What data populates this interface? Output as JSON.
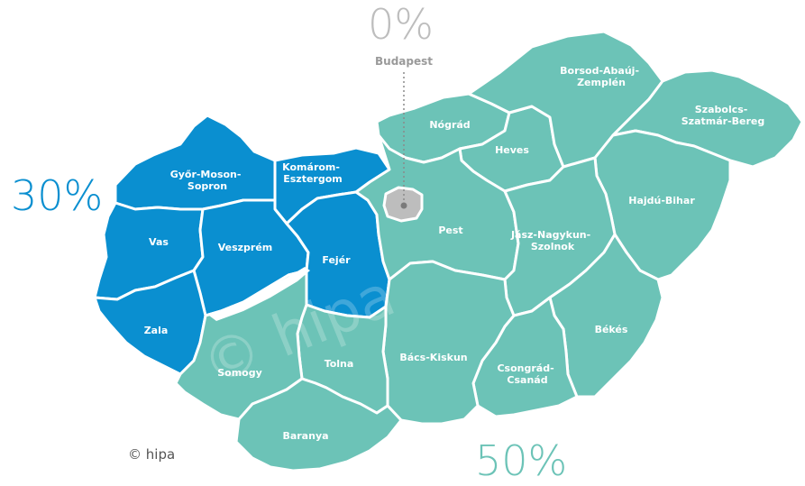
{
  "legend": {
    "west": {
      "value": "30%",
      "color": "#0a8fd0"
    },
    "east": {
      "value": "50%",
      "color": "#6cc3b7"
    },
    "budapest": {
      "value": "0%",
      "color": "#bdbdbd",
      "label": "Budapest"
    }
  },
  "copyright": "© hipa",
  "watermark": "© hipa",
  "counties": [
    {
      "id": "gyor-moson-sopron",
      "name_lines": [
        "Győr-Moson-",
        "Sopron"
      ],
      "group": "west"
    },
    {
      "id": "komarom-esztergom",
      "name_lines": [
        "Komárom-",
        "Esztergom"
      ],
      "group": "west"
    },
    {
      "id": "vas",
      "name_lines": [
        "Vas"
      ],
      "group": "west"
    },
    {
      "id": "veszprem",
      "name_lines": [
        "Veszprém"
      ],
      "group": "west"
    },
    {
      "id": "fejer",
      "name_lines": [
        "Fejér"
      ],
      "group": "west"
    },
    {
      "id": "zala",
      "name_lines": [
        "Zala"
      ],
      "group": "west"
    },
    {
      "id": "nograd",
      "name_lines": [
        "Nógrád"
      ],
      "group": "east"
    },
    {
      "id": "heves",
      "name_lines": [
        "Heves"
      ],
      "group": "east"
    },
    {
      "id": "borsod-abauj-zemplen",
      "name_lines": [
        "Borsod-Abaúj-",
        "Zemplén"
      ],
      "group": "east"
    },
    {
      "id": "szabolcs-szatmar-bereg",
      "name_lines": [
        "Szabolcs-",
        "Szatmár-Bereg"
      ],
      "group": "east"
    },
    {
      "id": "hajdu-bihar",
      "name_lines": [
        "Hajdú-Bihar"
      ],
      "group": "east"
    },
    {
      "id": "pest",
      "name_lines": [
        "Pest"
      ],
      "group": "east"
    },
    {
      "id": "jasz-nagykun-szolnok",
      "name_lines": [
        "Jász-Nagykun-",
        "Szolnok"
      ],
      "group": "east"
    },
    {
      "id": "bekes",
      "name_lines": [
        "Békés"
      ],
      "group": "east"
    },
    {
      "id": "csongrad-csanad",
      "name_lines": [
        "Csongrád-",
        "Csanád"
      ],
      "group": "east"
    },
    {
      "id": "bacs-kiskun",
      "name_lines": [
        "Bács-Kiskun"
      ],
      "group": "east"
    },
    {
      "id": "tolna",
      "name_lines": [
        "Tolna"
      ],
      "group": "east"
    },
    {
      "id": "somogy",
      "name_lines": [
        "Somogy"
      ],
      "group": "east"
    },
    {
      "id": "baranya",
      "name_lines": [
        "Baranya"
      ],
      "group": "east"
    },
    {
      "id": "budapest",
      "name_lines": [],
      "group": "budapest"
    }
  ]
}
